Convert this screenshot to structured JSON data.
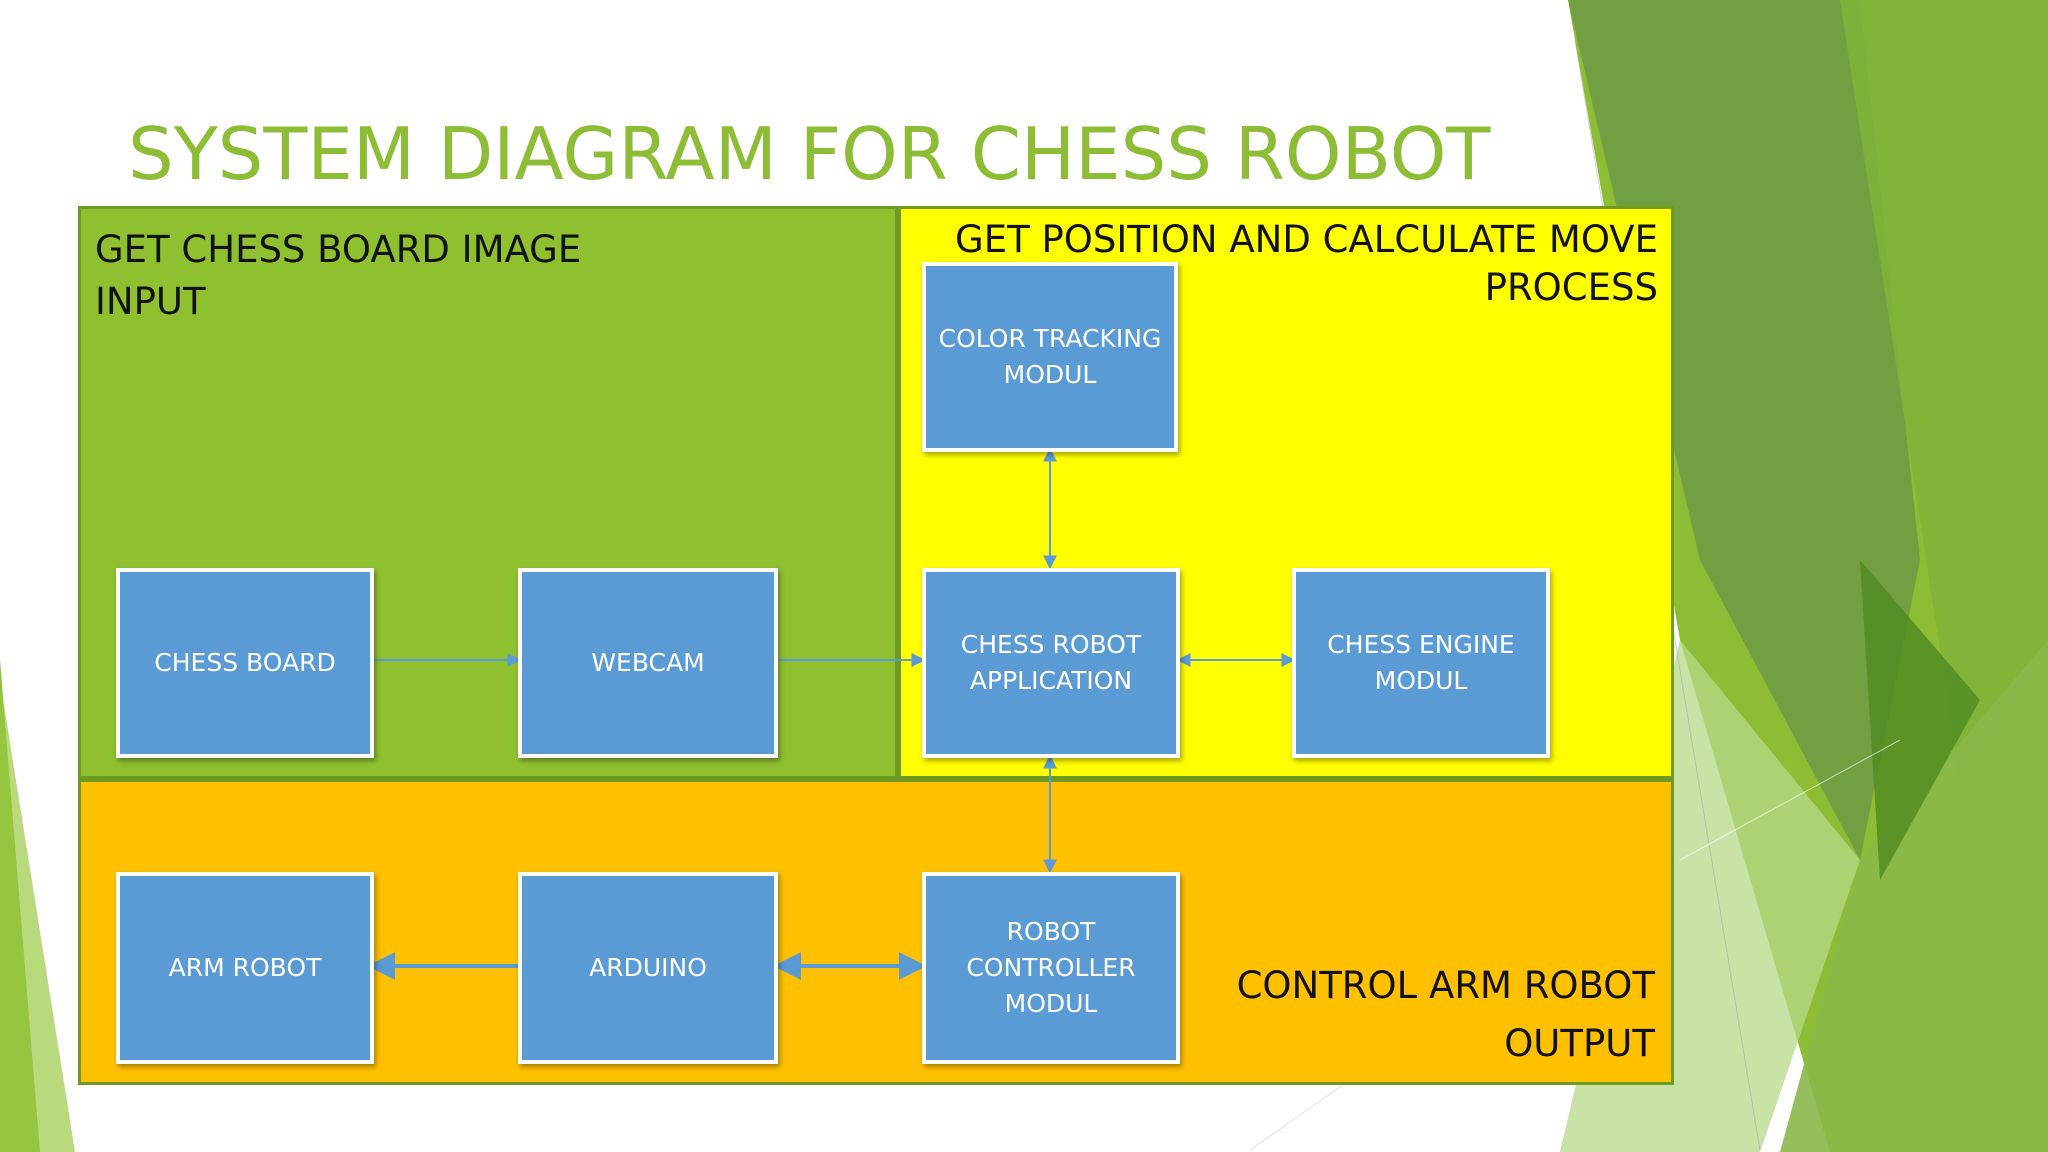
{
  "title": "SYSTEM DIAGRAM FOR CHESS ROBOT",
  "regions": {
    "input": {
      "line1": "GET CHESS BOARD IMAGE",
      "line2": "INPUT"
    },
    "process": {
      "line1": "GET POSITION AND CALCULATE MOVE",
      "line2": "PROCESS"
    },
    "output": {
      "line1": "CONTROL ARM ROBOT",
      "line2": "OUTPUT"
    }
  },
  "nodes": {
    "color_tracking": {
      "line1": "COLOR TRACKING",
      "line2": "MODUL"
    },
    "chess_board": {
      "line1": "CHESS BOARD"
    },
    "webcam": {
      "line1": "WEBCAM"
    },
    "chess_robot_app": {
      "line1": "CHESS ROBOT",
      "line2": "APPLICATION"
    },
    "chess_engine": {
      "line1": "CHESS ENGINE",
      "line2": "MODUL"
    },
    "arm_robot": {
      "line1": "ARM ROBOT"
    },
    "arduino": {
      "line1": "ARDUINO"
    },
    "robot_controller": {
      "line1": "ROBOT",
      "line2": "CONTROLLER",
      "line3": "MODUL"
    }
  },
  "colors": {
    "title": "#8cbd35",
    "input_region": "#8fc02f",
    "process_region": "#ffff00",
    "output_region": "#ffc000",
    "node_fill": "#5b9bd5",
    "arrow": "#5b9bd5"
  }
}
